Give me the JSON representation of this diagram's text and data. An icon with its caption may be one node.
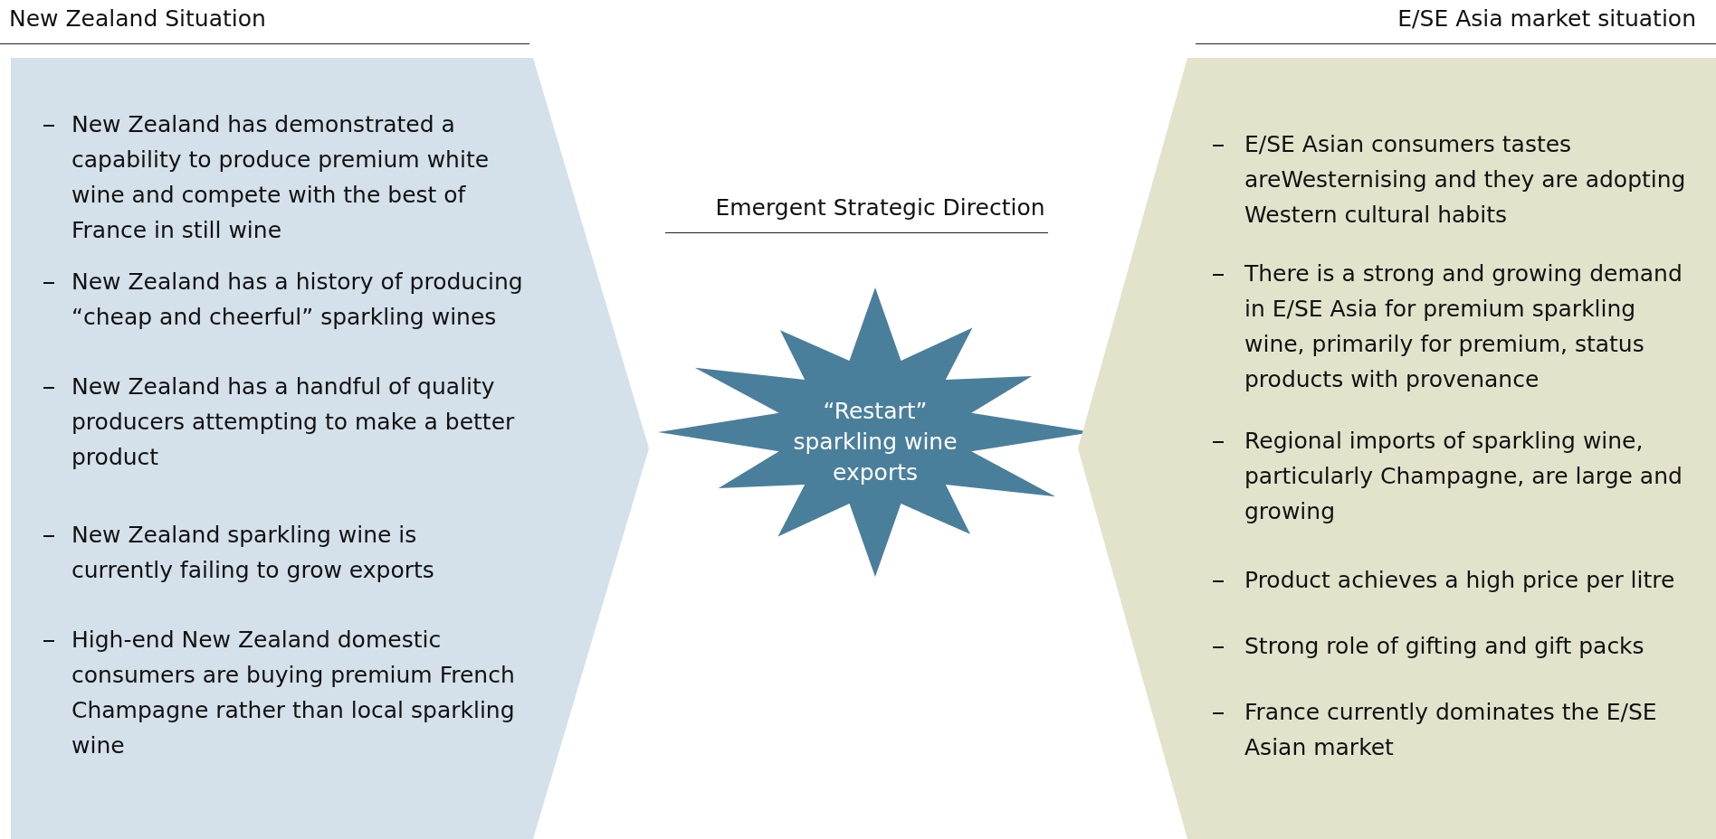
{
  "diagram": {
    "nodes": [
      {
        "text": [
          "New Zealand Situation",
          "New Zealand has demonstrated a capability to produce premium white wine and compete with the best of France in still wine",
          "New Zealand has a history of producing “cheap and cheerful” sparkling wines",
          "New Zealand has a handful of quality producers attempting to make a better product",
          "New Zealand sparkling wine is currently failing to grow exports",
          "High-end New Zealand domestic consumers are buying premium French Champagne rather than local sparkling wine"
        ]
      },
      {
        "text": [
          "Emergent Strategic Direction",
          "“Restart” sparkling wine exports"
        ]
      },
      {
        "text": [
          "E/SE Asia market situation",
          "E/SE Asian consumers tastes areWesternising and they are adopting Western cultural habits",
          "There is a strong and growing demand in E/SE Asia for premium sparkling wine, primarily for premium, status products with provenance",
          "Regional imports of sparkling wine, particularly Champagne, are large and growing",
          "Product achieves a high price per litre",
          "Strong role of gifting and gift packs",
          "France currently dominates the E/SE Asian market"
        ]
      }
    ]
  }
}
